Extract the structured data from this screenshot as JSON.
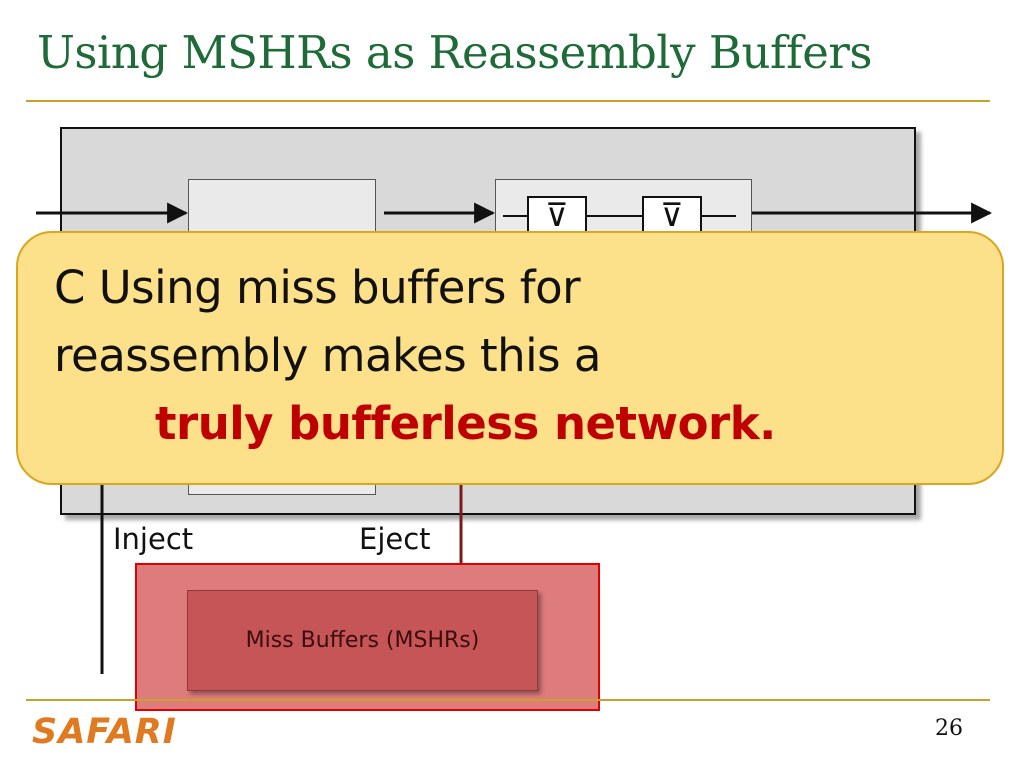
{
  "slide": {
    "title": "Using MSHRs as Reassembly Buffers",
    "page_number": "26",
    "logo_text": "SAFARI"
  },
  "diagram": {
    "inject_label": "Inject",
    "eject_label": "Eject",
    "mshr_label": "Miss Buffers (MSHRs)"
  },
  "callout": {
    "line1": "C Using miss buffers for",
    "line2": "reassembly makes this a",
    "emphasis": "truly bufferless network."
  },
  "colors": {
    "title": "#1e6b38",
    "rule": "#c9a227",
    "callout_fill": "#fde08a",
    "callout_border": "#d9a71f",
    "emphasis": "#bf0000",
    "mshr_highlight": "#de7b7d",
    "mshr_box": "#c55557",
    "logo": "#e07a20"
  }
}
